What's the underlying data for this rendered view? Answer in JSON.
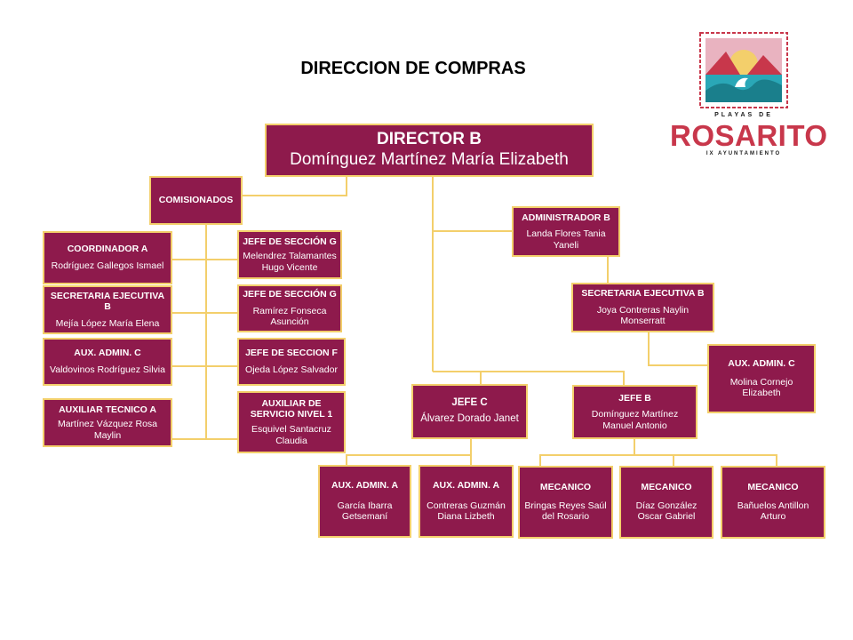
{
  "title": "DIRECCION DE COMPRAS",
  "logo": {
    "top_text": "PLAYAS DE",
    "main_text": "ROSARITO",
    "bottom_text": "IX AYUNTAMIENTO"
  },
  "colors": {
    "box_fill": "#8e1a4c",
    "box_border": "#f3cf6b",
    "connector": "#f3cf6b",
    "logo_red": "#c8374b",
    "logo_teal": "#2aa7b7"
  },
  "nodes": {
    "director": {
      "title": "DIRECTOR B",
      "name": "Domínguez Martínez María Elizabeth"
    },
    "comisionados": {
      "title": "COMISIONADOS",
      "name": ""
    },
    "coordinador": {
      "title": "COORDINADOR  A",
      "name": "Rodríguez Gallegos Ismael"
    },
    "secretaria_left": {
      "title": "SECRETARIA EJECUTIVA B",
      "name": "Mejía  López María Elena"
    },
    "aux_admin_left": {
      "title": "AUX. ADMIN. C",
      "name": "Valdovinos Rodríguez Silvia"
    },
    "auxiliar_tecnico": {
      "title": "AUXILIAR TECNICO A",
      "name": "Martínez Vázquez Rosa Maylin"
    },
    "jefe_seccion_g1": {
      "title": "JEFE DE SECCIÓN G",
      "name": "Melendrez Talamantes Hugo Vicente"
    },
    "jefe_seccion_g2": {
      "title": "JEFE DE SECCIÓN G",
      "name": "Ramírez Fonseca Asunción"
    },
    "jefe_seccion_f": {
      "title": "JEFE DE SECCION F",
      "name": "Ojeda López Salvador"
    },
    "auxiliar_servicio": {
      "title": "AUXILIAR DE SERVICIO NIVEL 1",
      "name": "Esquivel Santacruz Claudia"
    },
    "administrador": {
      "title": "ADMINISTRADOR  B",
      "name": "Landa Flores Tania Yaneli"
    },
    "secretaria_right": {
      "title": "SECRETARIA  EJECUTIVA  B",
      "name": "Joya Contreras Naylin Monserratt"
    },
    "aux_admin_right": {
      "title": "AUX. ADMIN. C",
      "name": "Molina Cornejo Elizabeth"
    },
    "jefe_c": {
      "title": "JEFE C",
      "name": "Álvarez Dorado Janet"
    },
    "jefe_b": {
      "title": "JEFE B",
      "name": "Domínguez   Martínez Manuel Antonio"
    },
    "aux_admin_a1": {
      "title": "AUX. ADMIN. A",
      "name": "García Ibarra Getsemaní"
    },
    "aux_admin_a2": {
      "title": "AUX. ADMIN. A",
      "name": "Contreras Guzmán Diana Lizbeth"
    },
    "mecanico1": {
      "title": "MECANICO",
      "name": "Bringas Reyes Saúl del Rosario"
    },
    "mecanico2": {
      "title": "MECANICO",
      "name": "Díaz González Oscar Gabriel"
    },
    "mecanico3": {
      "title": "MECANICO",
      "name": "Bañuelos Antillon Arturo"
    }
  }
}
